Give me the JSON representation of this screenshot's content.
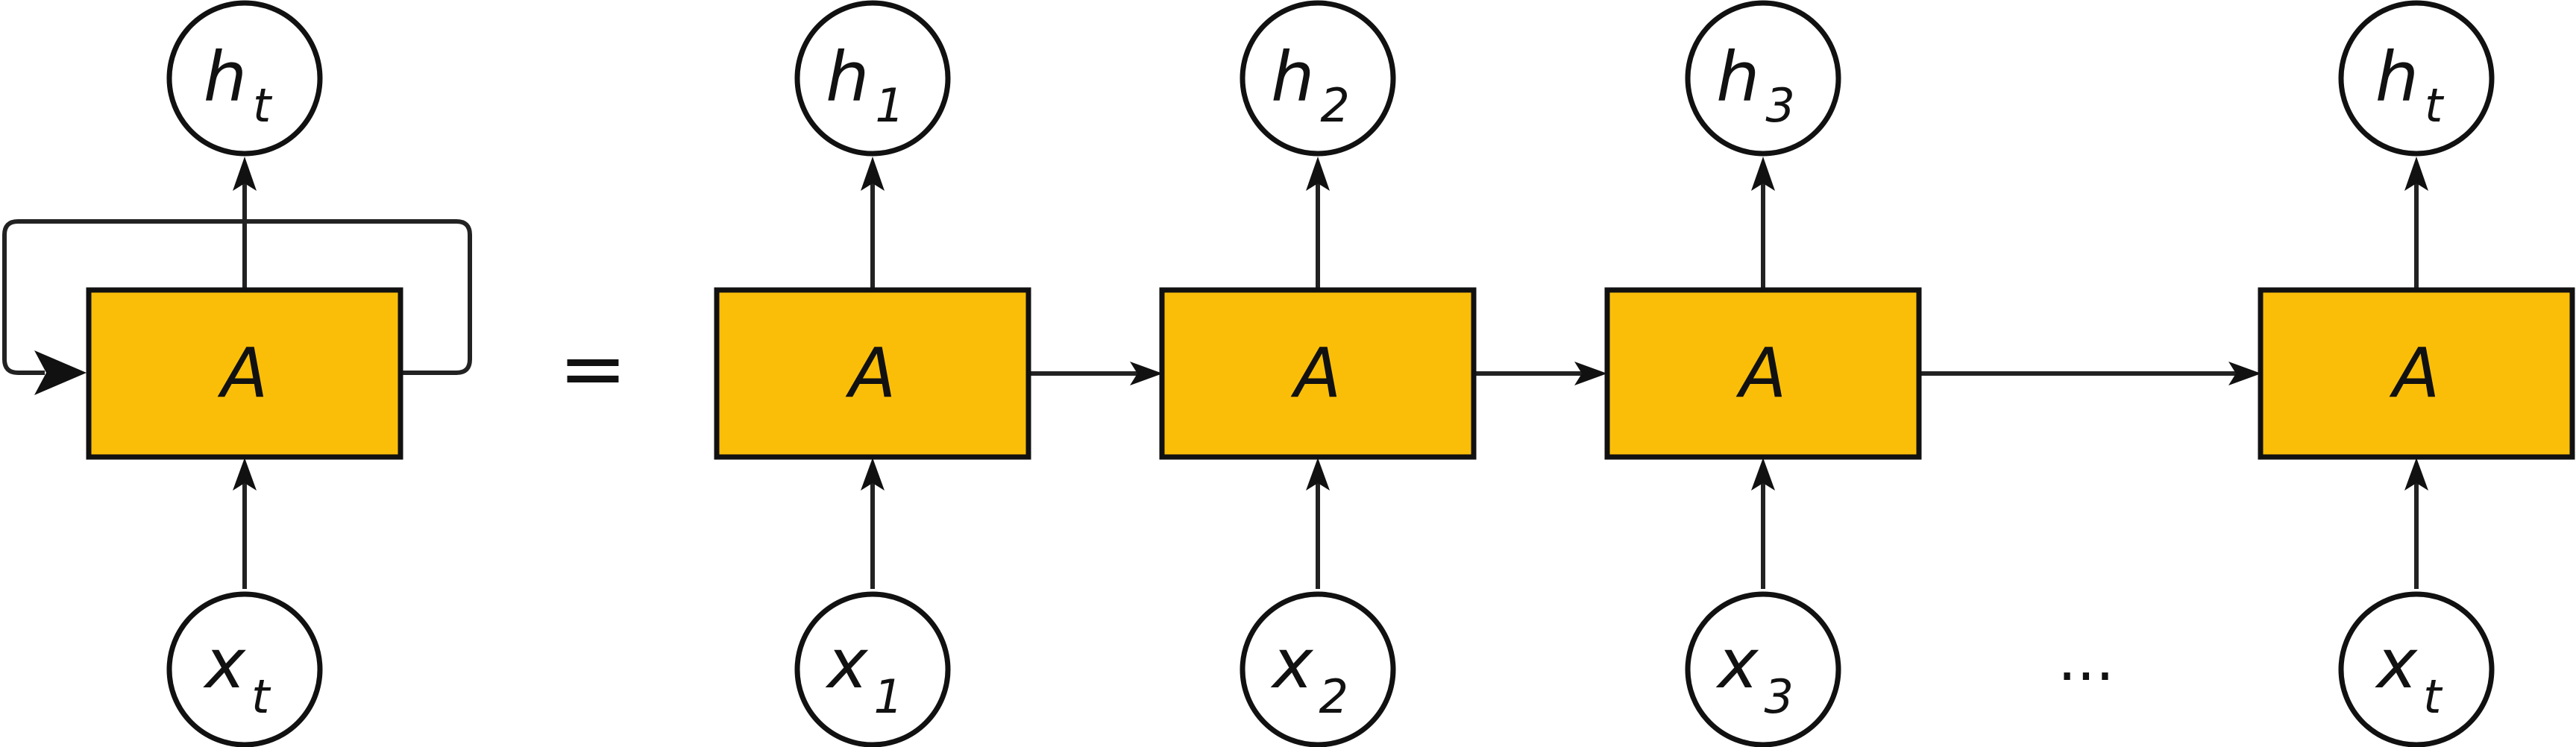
{
  "colors": {
    "box_fill": "#FBBE08",
    "stroke": "#111111",
    "background": "#FFFFFF"
  },
  "folded": {
    "cell": "A",
    "output": {
      "base": "h",
      "sub": "t"
    },
    "input": {
      "base": "x",
      "sub": "t"
    }
  },
  "equals": "=",
  "unrolled": [
    {
      "cell": "A",
      "output": {
        "base": "h",
        "sub": "1"
      },
      "input": {
        "base": "x",
        "sub": "1"
      }
    },
    {
      "cell": "A",
      "output": {
        "base": "h",
        "sub": "2"
      },
      "input": {
        "base": "x",
        "sub": "2"
      }
    },
    {
      "cell": "A",
      "output": {
        "base": "h",
        "sub": "3"
      },
      "input": {
        "base": "x",
        "sub": "3"
      }
    },
    {
      "cell": "A",
      "output": {
        "base": "h",
        "sub": "t"
      },
      "input": {
        "base": "x",
        "sub": "t"
      }
    }
  ],
  "ellipsis": "..."
}
